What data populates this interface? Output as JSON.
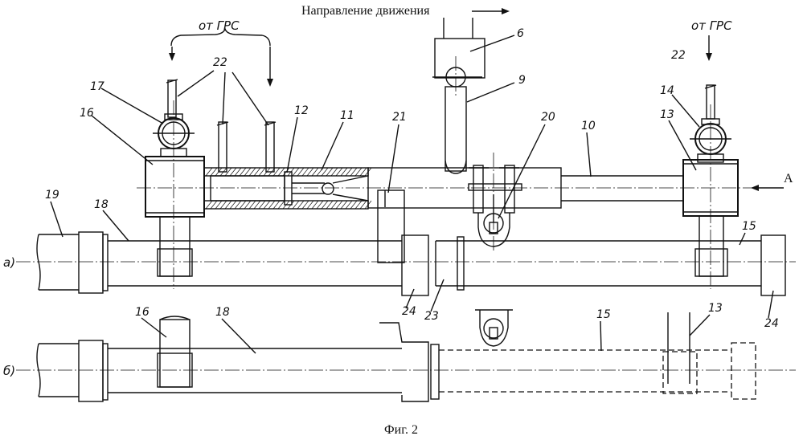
{
  "direction_label": "Направление движения",
  "source_label": "от ГРС",
  "view_a_label": "а)",
  "view_b_label": "б)",
  "arrow_label": "А",
  "caption": "Фиг. 2",
  "part_numbers": {
    "p6": "6",
    "p9": "9",
    "p10": "10",
    "p11": "11",
    "p12": "12",
    "p13": "13",
    "p14": "14",
    "p15": "15",
    "p16": "16",
    "p17": "17",
    "p18": "18",
    "p19": "19",
    "p20": "20",
    "p21": "21",
    "p22": "22",
    "p23": "23",
    "p24": "24"
  }
}
